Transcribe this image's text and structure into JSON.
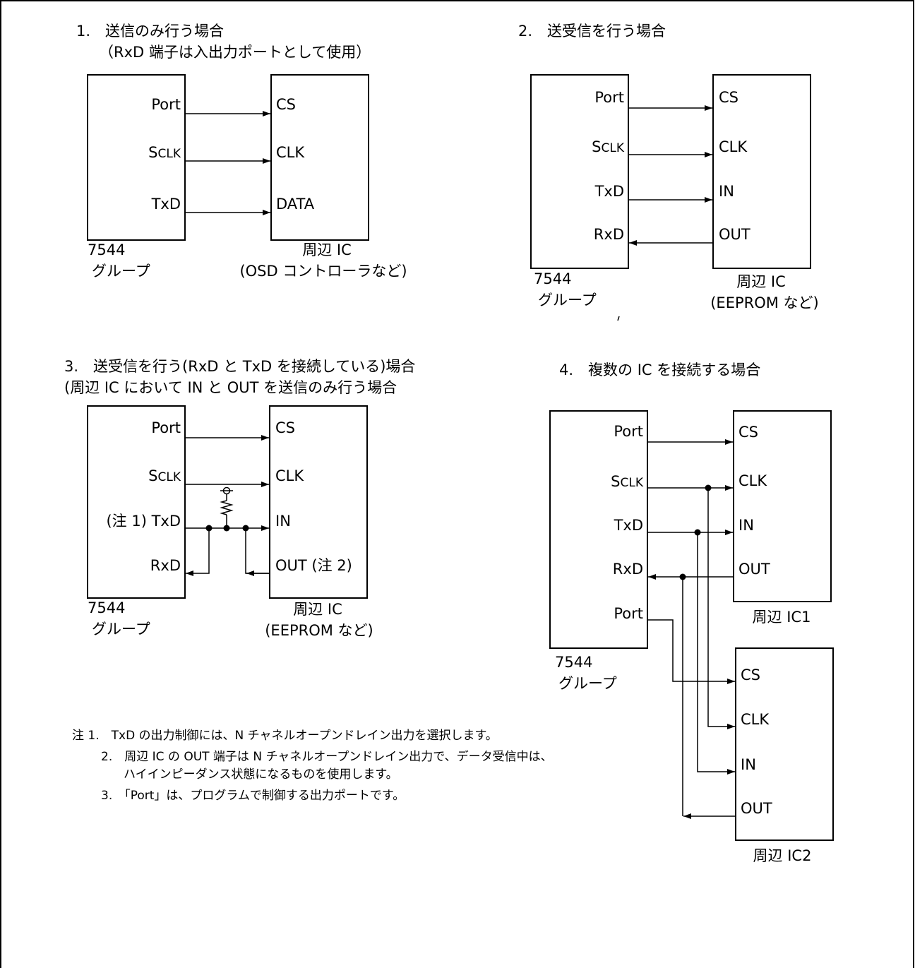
{
  "d1": {
    "heading": "1.　送信のみ行う場合",
    "subheading": "（RxD 端子は入出力ポートとして使用）",
    "mcu_pins": [
      "Port",
      "S",
      "TxD"
    ],
    "sclk_suffix": "CLK",
    "ic_pins": [
      "CS",
      "CLK",
      "DATA"
    ],
    "mcu_name": [
      "7544",
      "グループ"
    ],
    "ic_name": [
      "周辺 IC",
      "(OSD コントローラなど)"
    ]
  },
  "d2": {
    "heading": "2.　送受信を行う場合",
    "mcu_pins": [
      "Port",
      "S",
      "TxD",
      "RxD"
    ],
    "sclk_suffix": "CLK",
    "ic_pins": [
      "CS",
      "CLK",
      "IN",
      "OUT"
    ],
    "mcu_name": [
      "7544",
      "グループ"
    ],
    "ic_name": [
      "周辺 IC",
      "(EEPROM など)"
    ]
  },
  "d3": {
    "heading": "3.　送受信を行う(RxD と TxD を接続している)場合",
    "subheading": "(周辺 IC において IN と OUT を送信のみ行う場合",
    "mcu_pins": [
      "Port",
      "S",
      "(注 1) TxD",
      "RxD"
    ],
    "sclk_suffix": "CLK",
    "ic_pins": [
      "CS",
      "CLK",
      "IN",
      "OUT (注 2)"
    ],
    "mcu_name": [
      "7544",
      "グループ"
    ],
    "ic_name": [
      "周辺 IC",
      "(EEPROM など)"
    ]
  },
  "d4": {
    "heading": "4.　複数の IC を接続する場合",
    "mcu_pins": [
      "Port",
      "S",
      "TxD",
      "RxD",
      "Port"
    ],
    "sclk_suffix": "CLK",
    "ic1_pins": [
      "CS",
      "CLK",
      "IN",
      "OUT"
    ],
    "ic2_pins": [
      "CS",
      "CLK",
      "IN",
      "OUT"
    ],
    "mcu_name": [
      "7544",
      "グループ"
    ],
    "ic1_name": "周辺 IC1",
    "ic2_name": "周辺 IC2"
  },
  "notes": [
    "注 1.　TxD の出力制御には、N チャネルオープンドレイン出力を選択します。",
    "2.　周辺 IC の OUT 端子は N チャネルオープンドレイン出力で、データ受信中は、",
    "ハイインピーダンス状態になるものを使用します。",
    "3.　「Port」は、プログラムで制御する出力ポートです。"
  ]
}
